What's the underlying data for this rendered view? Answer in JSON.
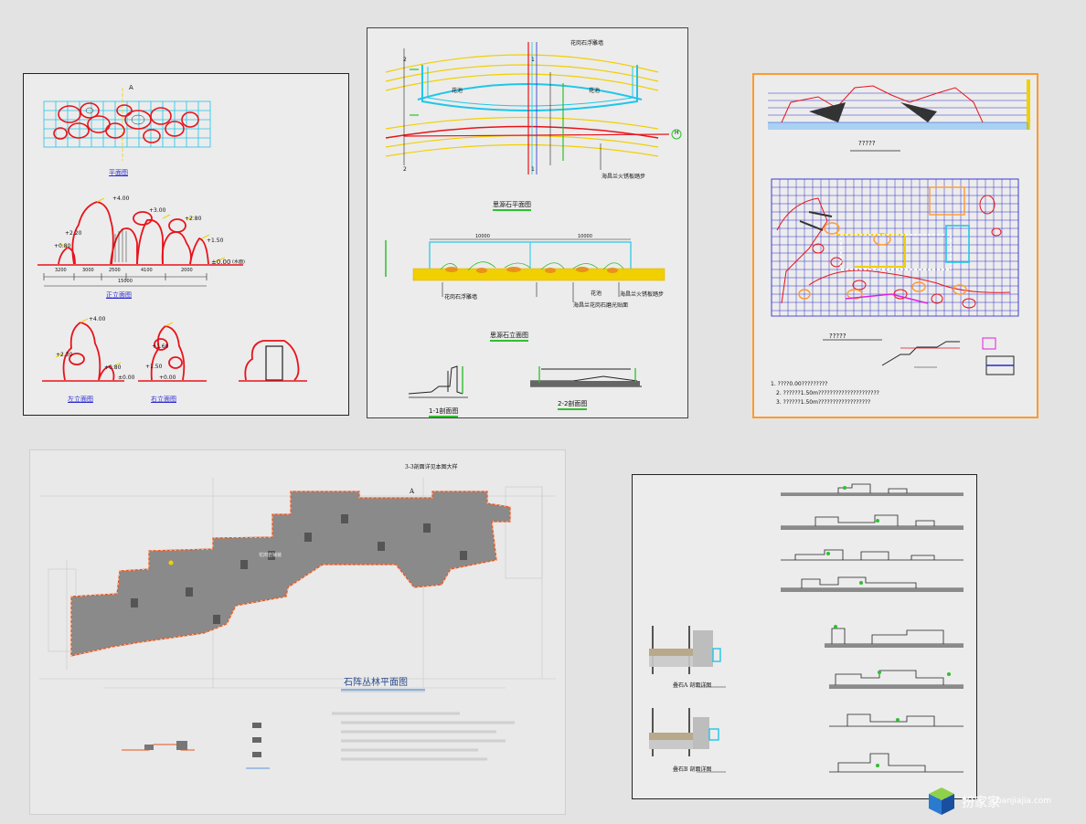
{
  "sheet1": {
    "axis_a": "A",
    "plan_title": "平面图",
    "front_title": "正立面图",
    "left_title": "左立面图",
    "right_title": "右立面图",
    "levels": [
      "+4.00",
      "+3.00",
      "+2.80",
      "+2.20",
      "+1.50",
      "+0.80",
      "±0.00"
    ],
    "water_note": "(水面)",
    "dims": [
      "3200",
      "3000",
      "2500",
      "4100",
      "2000"
    ],
    "total_dim": "15000",
    "side_levels": [
      "+4.00",
      "+2.30",
      "+0.80",
      "±0.00",
      "+1.60",
      "+1.50",
      "+0.00"
    ]
  },
  "sheet2": {
    "top_note": "花岗石浮雕墙",
    "pool_label_1": "花池",
    "pool_label_2": "花池",
    "axis_h": "H",
    "path_note": "海昌兰火锈板踏步",
    "plan_title": "思源石平面图",
    "elev_dims": [
      "10000",
      "10000"
    ],
    "elev_note_1": "花岗石浮雕墙",
    "elev_note_2": "花池",
    "elev_note_3": "海昌兰花岗石磨光贴面",
    "elev_note_4": "海昌兰火锈板踏步",
    "elev_title": "思源石立面图",
    "section_1": "1-1剖面图",
    "section_2": "2-2剖面图",
    "marks": [
      "1",
      "2"
    ]
  },
  "sheet3": {
    "title_top": "?????",
    "title_mid": "?????",
    "notes": [
      "1. ????0.00?????????",
      "2. ??????1.50m?????????????????????",
      "3. ??????1.50m??????????????????"
    ]
  },
  "sheet4": {
    "top_note": "3-3剖面详见本图大样",
    "axis_a": "A",
    "plan_title": "石阵丛林平面图",
    "inner_label": "花岗岩铺装"
  },
  "sheet5": {
    "detail_1": "叠石A 剖面详图",
    "detail_2": "叠石B 剖面详图"
  },
  "logo": {
    "text": "扮家家",
    "url": "banjiajia.com"
  }
}
